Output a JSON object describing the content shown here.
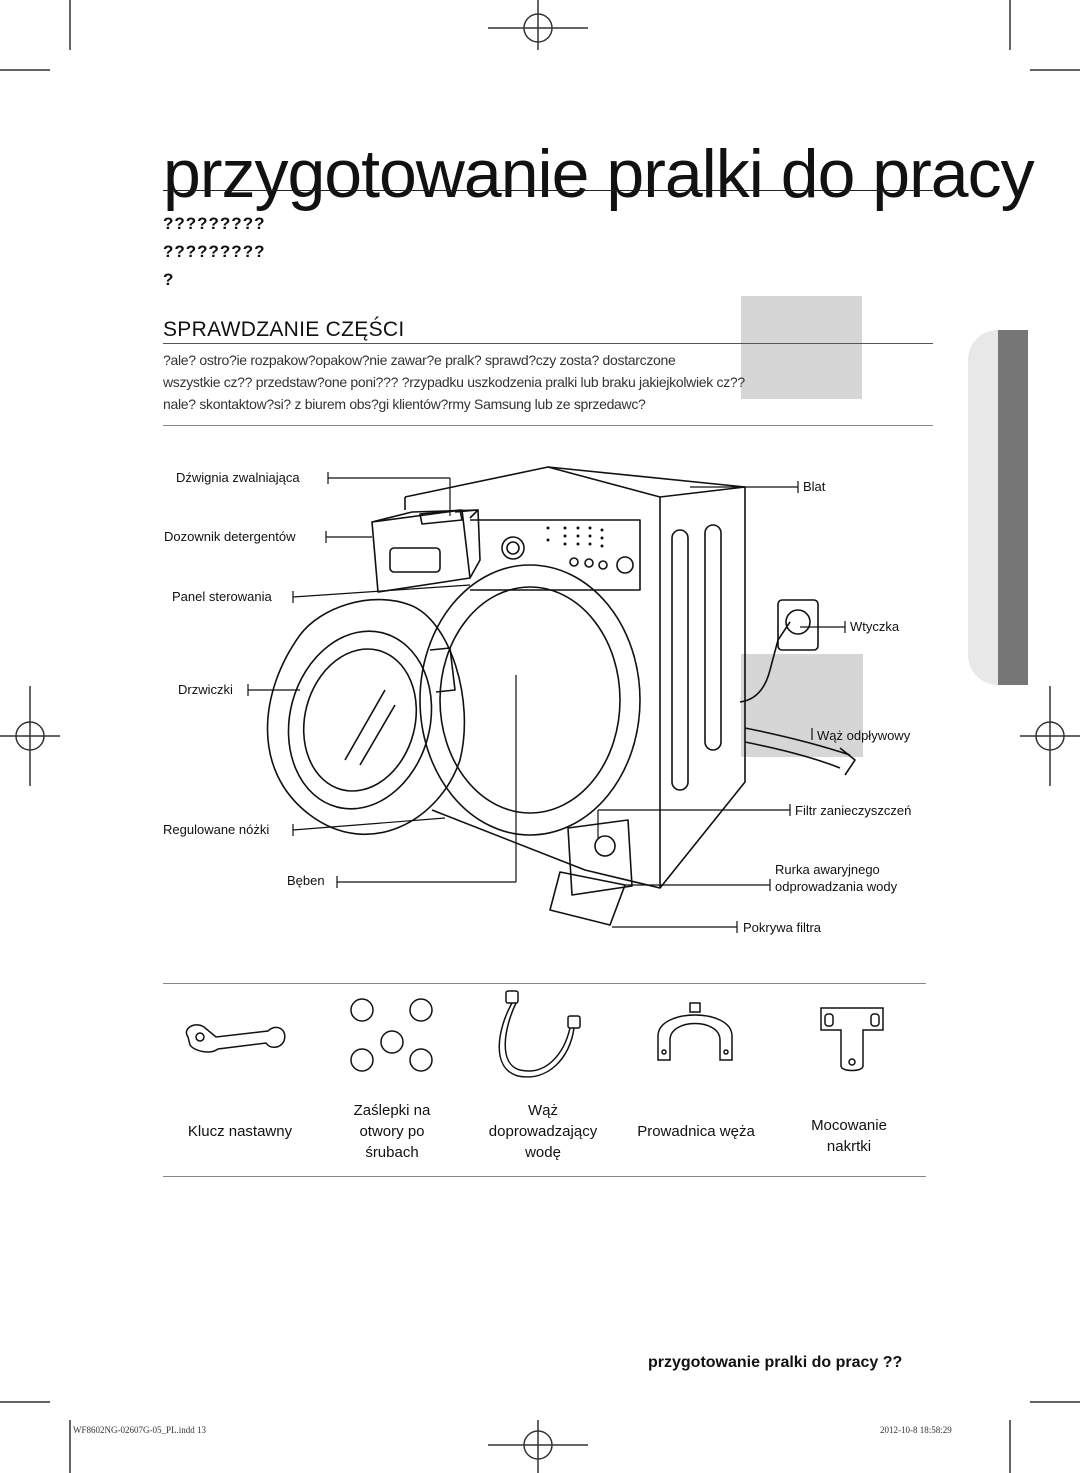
{
  "page": {
    "title": "przygotowanie pralki do pracy",
    "garbled_lines": [
      "?????????",
      "?????????",
      "?"
    ],
    "section_title": "SPRAWDZANIE CZĘŚCI",
    "intro_lines": [
      "?ale? ostro?ie rozpakow?opakow?nie zawar?e pralk? sprawd?czy zosta? dostarczone",
      "wszystkie cz?? przedstaw?one poni??? ?rzypadku uszkodzenia pralki lub braku jakiejkolwiek cz??",
      "nale? skontaktow?si? z biurem obs?gi klientów?rmy Samsung lub ze sprzedawc?"
    ]
  },
  "parts": {
    "left": [
      "Dźwignia zwalniająca",
      "Dozownik detergentów",
      "Panel sterowania",
      "Drzwiczki",
      "Regulowane nóżki",
      "Bęben"
    ],
    "right": [
      "Blat",
      "Wtyczka",
      "Wąż odpływowy",
      "Filtr zanieczyszczeń",
      "Rurka awaryjnego",
      "odprowadzania wody",
      "Pokrywa filtra"
    ]
  },
  "accessories": [
    {
      "icon": "wrench-icon",
      "label": [
        "Klucz nastawny"
      ]
    },
    {
      "icon": "hole-caps-icon",
      "label": [
        "Zaślepki na",
        "otwory po",
        "śrubach"
      ]
    },
    {
      "icon": "water-hose-icon",
      "label": [
        "Wąż",
        "doprowadzający",
        "wodę"
      ]
    },
    {
      "icon": "hose-guide-icon",
      "label": [
        "Prowadnica węża"
      ]
    },
    {
      "icon": "nut-holder-icon",
      "label": [
        "Mocowanie",
        "nakrtki"
      ]
    }
  ],
  "footer": {
    "title": "przygotowanie pralki do pracy",
    "page_num": "??",
    "file": "WF8602NG-02607G-05_PL.indd   13",
    "date": "2012-10-8    18:58:29"
  }
}
